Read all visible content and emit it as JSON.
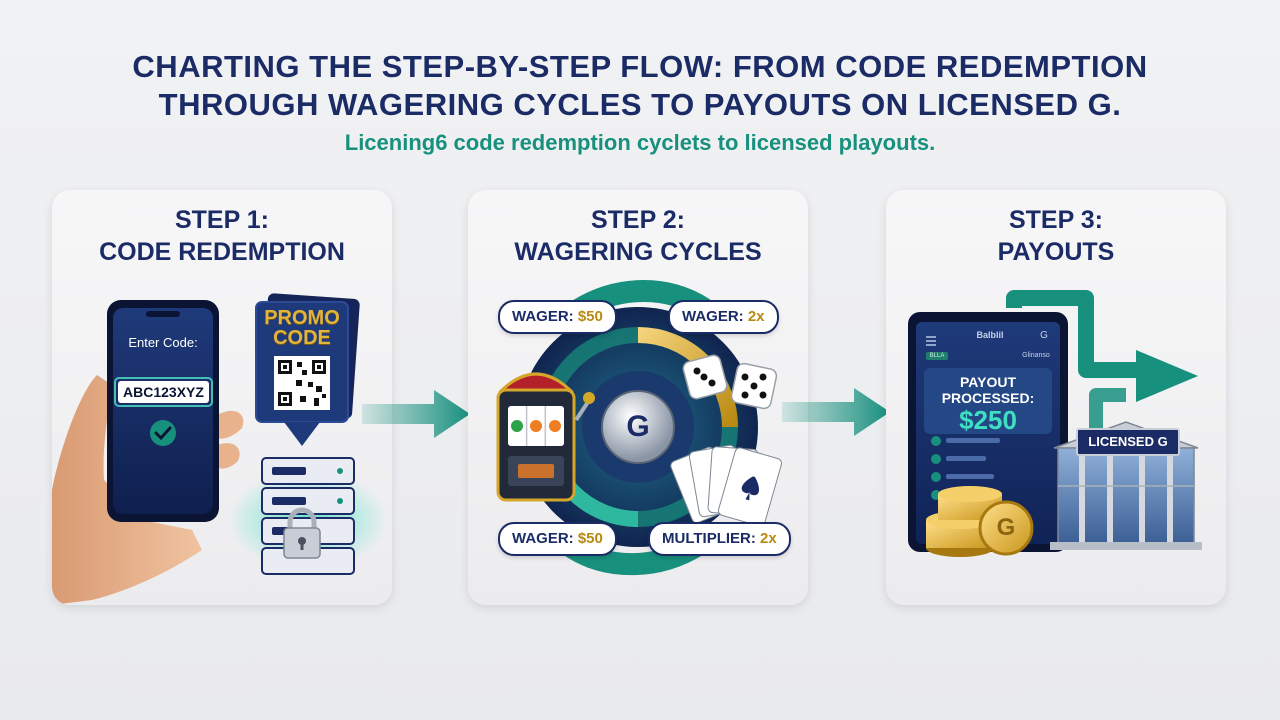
{
  "header": {
    "title_line1": "CHARTING THE STEP-BY-STEP FLOW: FROM CODE REDEMPTION",
    "title_line2": "THROUGH WAGERING CYCLES TO PAYOUTS ON LICENSED G.",
    "subtitle": "Licening6 code redemption cyclets to licensed playouts."
  },
  "colors": {
    "navy": "#1b2b66",
    "teal": "#18907e",
    "gold": "#d4a62a"
  },
  "steps": [
    {
      "step_label": "STEP 1:",
      "step_title": "CODE REDEMPTION",
      "phone": {
        "prompt": "Enter Code:",
        "code_value": "ABC123XYZ"
      },
      "promo_card": {
        "line1": "PROMO",
        "line2": "CODE"
      },
      "icons": [
        "hand-icon",
        "phone-icon",
        "check-icon",
        "qr-code-icon",
        "server-icon",
        "lock-icon"
      ]
    },
    {
      "step_label": "STEP 2:",
      "step_title": "WAGERING CYCLES",
      "labels": [
        {
          "key": "WAGER:",
          "value": "$50"
        },
        {
          "key": "WAGER:",
          "value": "2x"
        },
        {
          "key": "WAGER:",
          "value": "$50"
        },
        {
          "key": "MULTIPLIER:",
          "value": "2x"
        }
      ],
      "center_logo": "G",
      "icons": [
        "cycle-arrows-icon",
        "slot-machine-icon",
        "dice-icon",
        "playing-cards-icon",
        "g-logo-icon"
      ]
    },
    {
      "step_label": "STEP 3:",
      "step_title": "PAYOUTS",
      "tablet": {
        "header_text": "Balblil",
        "header_right": "G",
        "tag_left": "BLLA",
        "tag_right": "Glinanso",
        "payout_line1": "PAYOUT",
        "payout_line2": "PROCESSED:",
        "amount": "$250"
      },
      "building_sign": "LICENSED G",
      "coin_letter": "G",
      "icons": [
        "tablet-icon",
        "coins-icon",
        "building-icon",
        "arrow-up-right-icon"
      ]
    }
  ]
}
